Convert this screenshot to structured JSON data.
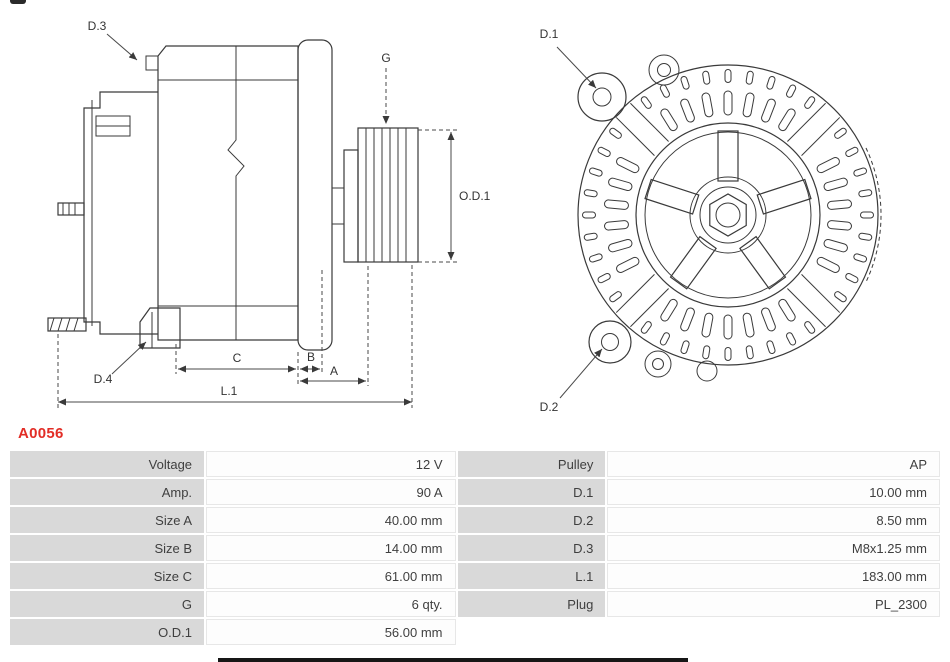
{
  "part_number": "A0056",
  "accent_color": "#e22d26",
  "diagram": {
    "labels": {
      "d1": "D.1",
      "d2": "D.2",
      "d3": "D.3",
      "d4": "D.4",
      "g": "G",
      "od1": "O.D.1",
      "a": "A",
      "b": "B",
      "c": "C",
      "l1": "L.1"
    }
  },
  "table": {
    "rows": [
      {
        "label1": "Voltage",
        "value1": "12 V",
        "label2": "Pulley",
        "value2": "AP"
      },
      {
        "label1": "Amp.",
        "value1": "90 A",
        "label2": "D.1",
        "value2": "10.00 mm"
      },
      {
        "label1": "Size A",
        "value1": "40.00 mm",
        "label2": "D.2",
        "value2": "8.50 mm"
      },
      {
        "label1": "Size B",
        "value1": "14.00 mm",
        "label2": "D.3",
        "value2": "M8x1.25 mm"
      },
      {
        "label1": "Size C",
        "value1": "61.00 mm",
        "label2": "L.1",
        "value2": "183.00 mm"
      },
      {
        "label1": "G",
        "value1": "6 qty.",
        "label2": "Plug",
        "value2": "PL_2300"
      },
      {
        "label1": "O.D.1",
        "value1": "56.00 mm",
        "label2": "",
        "value2": ""
      }
    ]
  }
}
